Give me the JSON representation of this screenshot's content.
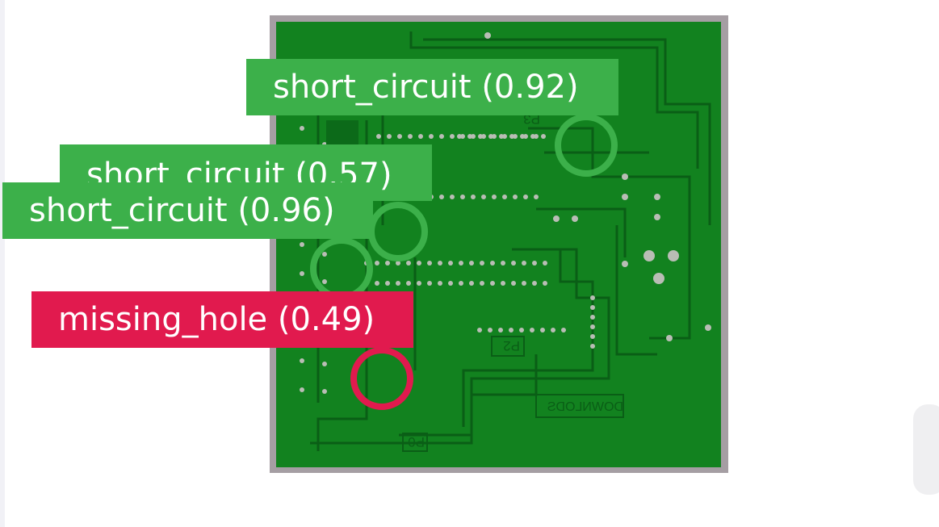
{
  "detections": [
    {
      "label": "short_circuit (0.92)",
      "class": "short_circuit",
      "confidence": 0.92,
      "color": "#3cb04a"
    },
    {
      "label": "short_circuit (0.57)",
      "class": "short_circuit",
      "confidence": 0.57,
      "color": "#3cb04a"
    },
    {
      "label": "short_circuit (0.96)",
      "class": "short_circuit",
      "confidence": 0.96,
      "color": "#3cb04a"
    },
    {
      "label": "missing_hole (0.49)",
      "class": "missing_hole",
      "confidence": 0.49,
      "color": "#e11a4e"
    }
  ],
  "board_silkscreen": [
    "P2",
    "P0",
    "P3",
    "DOWNLODS"
  ]
}
